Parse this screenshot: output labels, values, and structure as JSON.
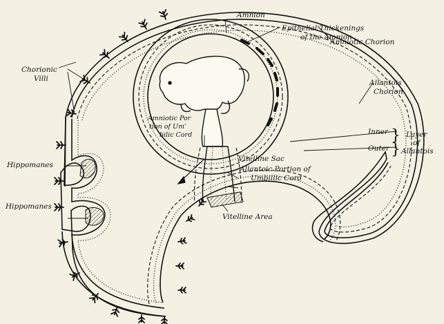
{
  "labels": {
    "amnion": "Amnion",
    "epithelial_line1": "Epithelial Thickenings",
    "epithelial_line2": "of the Amnion",
    "amniotic_chorion": "Amniotic Chorion",
    "chorionic_villi_line1": "Chorionic",
    "chorionic_villi_line2": "Villi",
    "allantois_chorion_line1": "Allantois",
    "allantois_chorion_line2": "Chorion",
    "amniotic_portion_line1": "Amniotic Por",
    "amniotic_portion_line2": "tion of Um’",
    "amniotic_portion_line3": "bilic Cord",
    "inner": "Inner",
    "outer": "Outer",
    "layer_line1": "Layer",
    "layer_line2": "of",
    "layer_line3": "Allantois",
    "hippomanes_upper": "Hippomanes",
    "hippomanes_lower": "Hippomanes",
    "vitelline_sac": "Vitelline Sac",
    "allantoic_portion_line1": "Allantoic Portion of",
    "allantoic_portion_line2": "Umbillic Cord",
    "vitelline_area": "Vitelline Area"
  },
  "colors": {
    "background": "#f4f1e4",
    "ink": "#111111",
    "hatch_fill": "#cfcab5"
  }
}
